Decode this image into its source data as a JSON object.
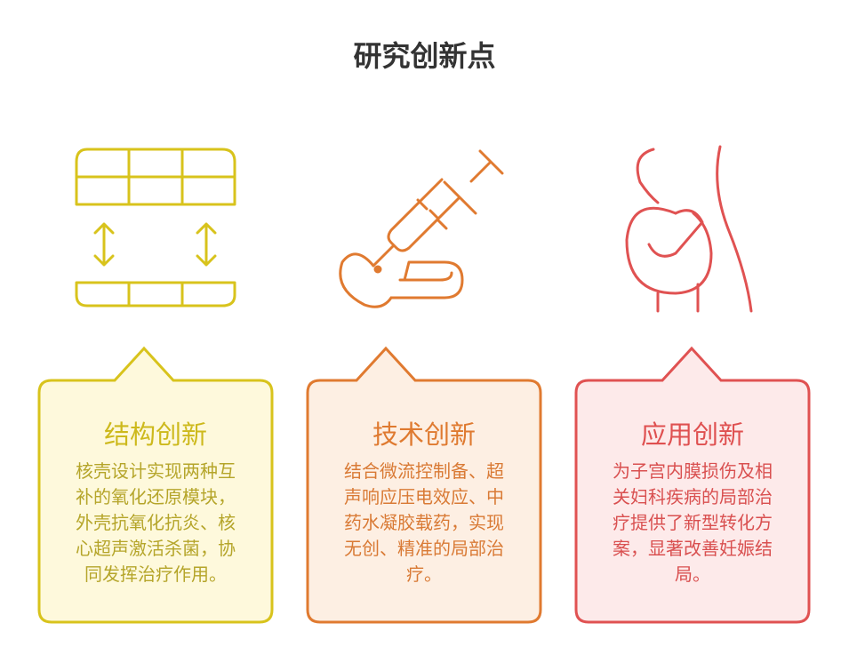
{
  "title": "研究创新点",
  "colors": {
    "yellow": "#d8c31c",
    "orange": "#e07a30",
    "red": "#e05252"
  },
  "cards": [
    {
      "icon": "grid-blocks-exchange-icon",
      "title": "结构创新",
      "lines": [
        "核壳设计实现两种互",
        "补的氧化还原模块，",
        "外壳抗氧化抗炎、核",
        "心超声激活杀菌，协",
        "同发挥治疗作用。"
      ]
    },
    {
      "icon": "syringe-icon",
      "title": "技术创新",
      "lines": [
        "结合微流控制备、超",
        "声响应压电效应、中",
        "药水凝胶载药，实现",
        "无创、精准的局部治",
        "疗。"
      ]
    },
    {
      "icon": "pregnancy-icon",
      "title": "应用创新",
      "lines": [
        "为子宫内膜损伤及相",
        "关妇科疾病的局部治",
        "疗提供了新型转化方",
        "案，显著改善妊娠结",
        "局。"
      ]
    }
  ]
}
